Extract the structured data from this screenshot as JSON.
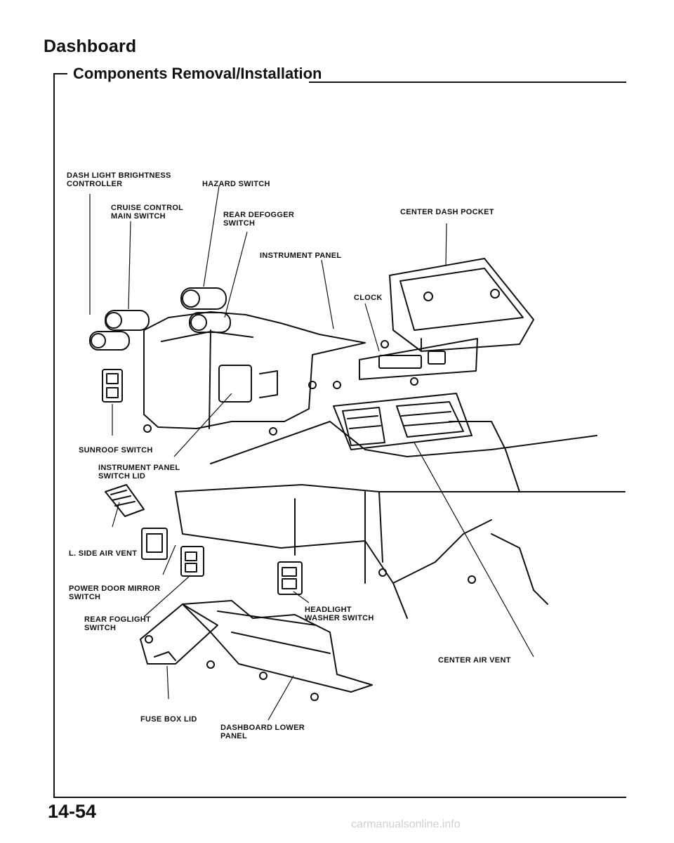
{
  "header": {
    "title": "Dashboard",
    "subtitle": "Components Removal/Installation"
  },
  "labels": {
    "dash_light": "DASH LIGHT BRIGHTNESS\nCONTROLLER",
    "hazard": "HAZARD SWITCH",
    "cruise": "CRUISE CONTROL\nMAIN SWITCH",
    "rear_defogger": "REAR DEFOGGER\nSWITCH",
    "center_pocket": "CENTER DASH POCKET",
    "instrument_panel": "INSTRUMENT PANEL",
    "clock": "CLOCK",
    "sunroof": "SUNROOF SWITCH",
    "switch_lid": "INSTRUMENT PANEL\nSWITCH LID",
    "side_vent": "L. SIDE AIR VENT",
    "mirror": "POWER DOOR MIRROR\nSWITCH",
    "foglight": "REAR FOGLIGHT\nSWITCH",
    "headlight": "HEADLIGHT\nWASHER SWITCH",
    "center_vent": "CENTER AIR VENT",
    "fuse_lid": "FUSE BOX LID",
    "lower_panel": "DASHBOARD LOWER\nPANEL"
  },
  "footer": {
    "page_number": "14-54",
    "watermark": "carmanualsonline.info"
  }
}
